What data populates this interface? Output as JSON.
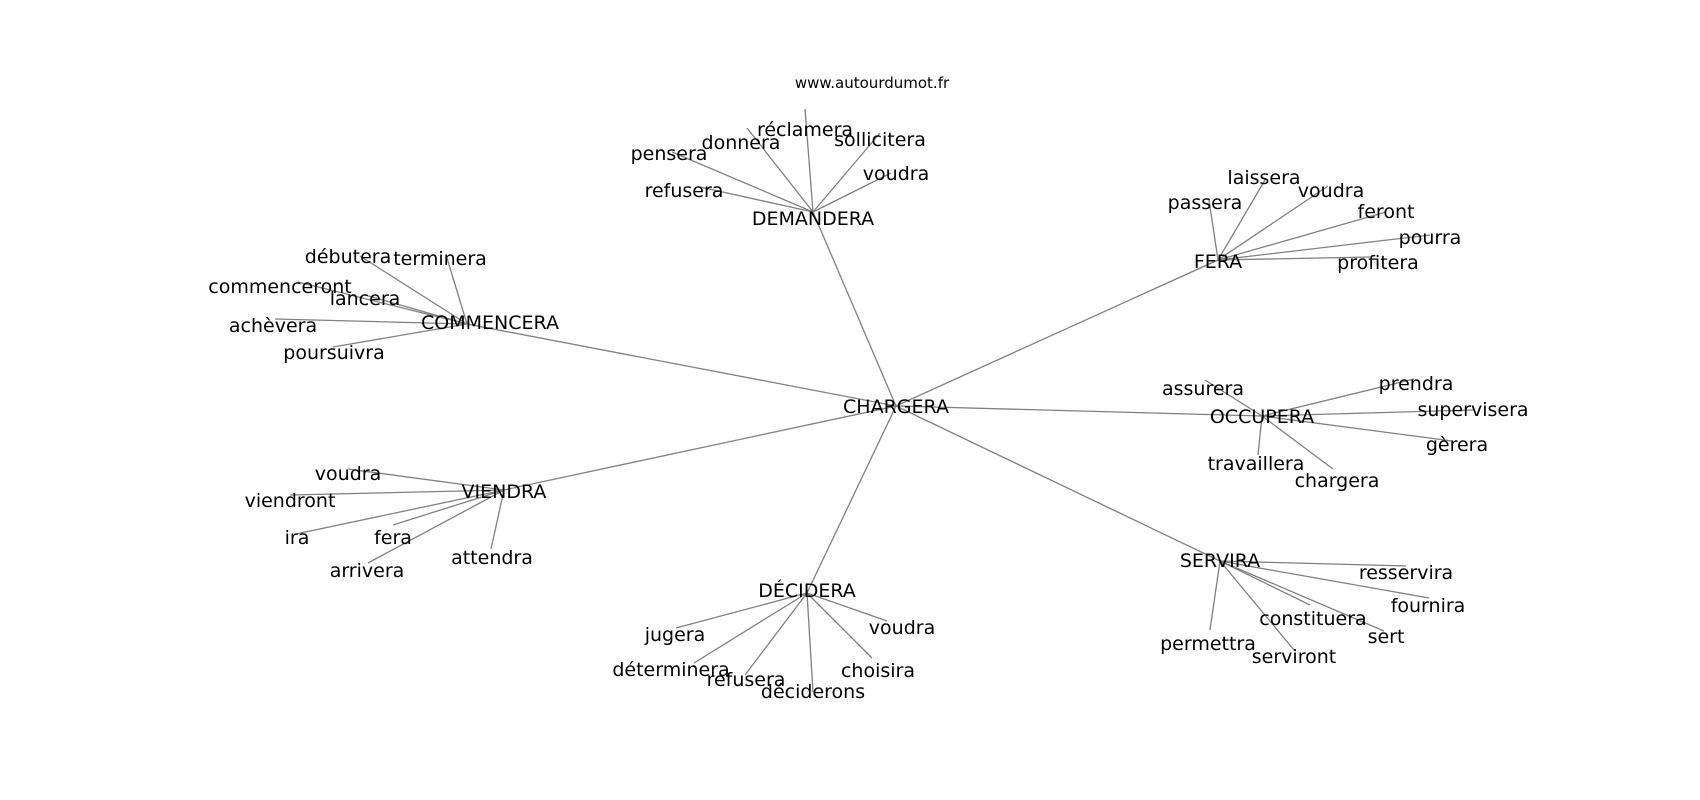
{
  "watermark": "www.autourdumot.fr",
  "center": {
    "id": "chargera_center",
    "label": "CHARGERA"
  },
  "hubs": [
    {
      "id": "demandera",
      "label": "DEMANDERA",
      "leaves": [
        "pensera",
        "donnera",
        "réclamera",
        "sollicitera",
        "voudra",
        "refusera"
      ]
    },
    {
      "id": "fera",
      "label": "FERA",
      "leaves": [
        "laissera",
        "passera",
        "voudra",
        "feront",
        "pourra",
        "profitera"
      ]
    },
    {
      "id": "commencera",
      "label": "COMMENCERA",
      "leaves": [
        "débutera",
        "terminera",
        "commenceront",
        "lancera",
        "achèvera",
        "poursuivra"
      ]
    },
    {
      "id": "occupera",
      "label": "OCCUPERA",
      "leaves": [
        "assurera",
        "prendra",
        "supervisera",
        "gèrera",
        "travaillera",
        "chargera"
      ]
    },
    {
      "id": "viendra",
      "label": "VIENDRA",
      "leaves": [
        "voudra",
        "viendront",
        "ira",
        "fera",
        "arrivera",
        "attendra"
      ]
    },
    {
      "id": "servira",
      "label": "SERVIRA",
      "leaves": [
        "resservira",
        "fournira",
        "constituera",
        "sert",
        "permettra",
        "serviront"
      ]
    },
    {
      "id": "decidera",
      "label": "DÉCIDERA",
      "leaves": [
        "jugera",
        "voudra",
        "déterminera",
        "refusera",
        "choisira",
        "déciderons"
      ]
    }
  ]
}
